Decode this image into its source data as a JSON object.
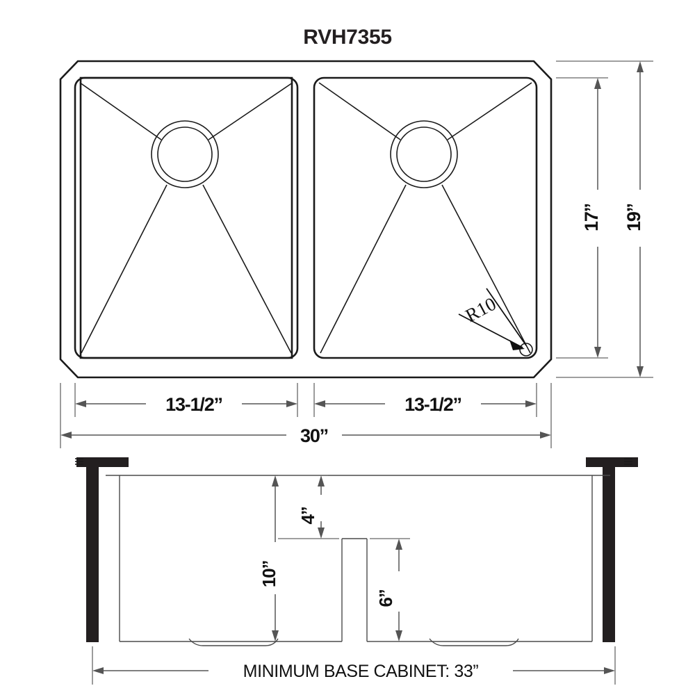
{
  "drawing": {
    "title": "RVH7355",
    "views": {
      "top": {
        "name": "top-view",
        "dimensions": {
          "bowl_left_width": "13-1/2”",
          "bowl_right_width": "13-1/2”",
          "overall_width": "30”",
          "inner_depth": "17”",
          "overall_depth": "19”",
          "corner_radius": "R10"
        }
      },
      "section": {
        "name": "cross-section-view",
        "dimensions": {
          "bowl_depth": "10”",
          "divider_drop": "4”",
          "divider_height": "6”",
          "base_cabinet": "MINIMUM BASE CABINET: 33”"
        }
      }
    },
    "colors": {
      "line": "#1a1a1a",
      "dimension_line": "#555555",
      "wall_fill": "#231f20",
      "background": "#ffffff"
    }
  }
}
